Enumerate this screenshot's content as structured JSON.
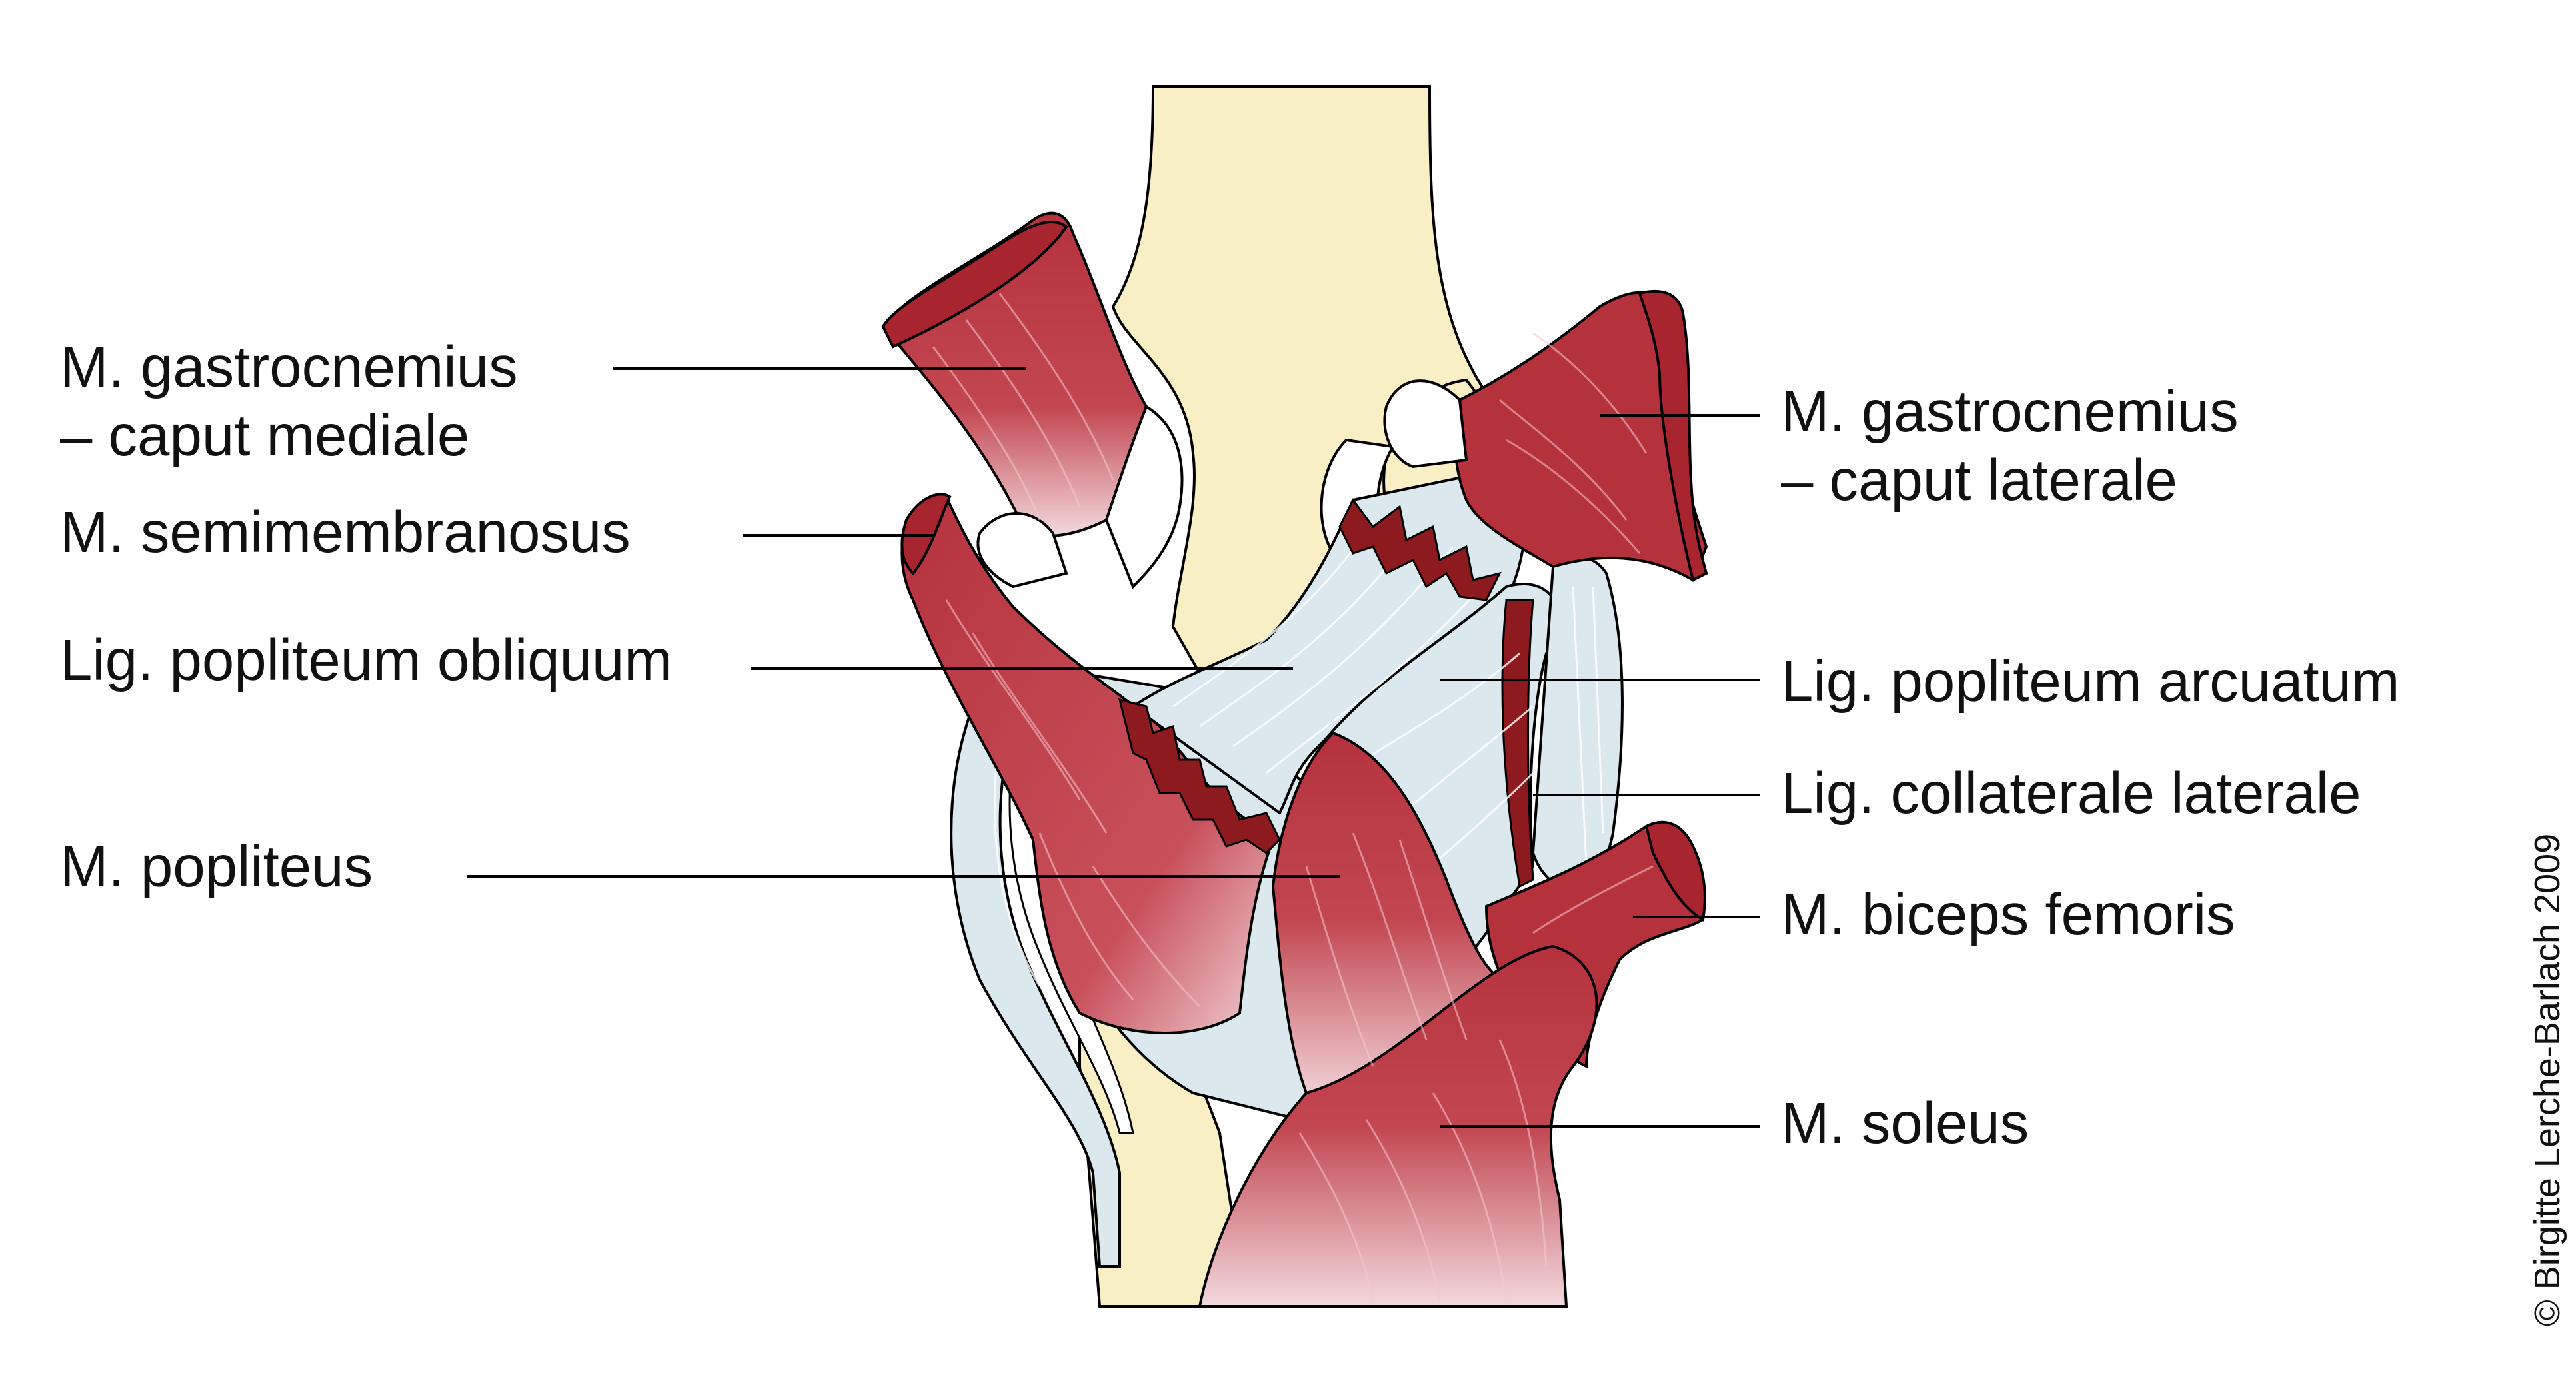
{
  "labels_left": [
    {
      "id": "gastrocnemius-mediale",
      "lines": [
        "M. gastrocnemius",
        "– caput mediale"
      ]
    },
    {
      "id": "semimembranosus",
      "lines": [
        "M. semimembranosus"
      ]
    },
    {
      "id": "popliteum-obliquum",
      "lines": [
        "Lig. popliteum obliquum"
      ]
    },
    {
      "id": "popliteus",
      "lines": [
        "M. popliteus"
      ]
    }
  ],
  "labels_right": [
    {
      "id": "gastrocnemius-laterale",
      "lines": [
        "M. gastrocnemius",
        "– caput laterale"
      ]
    },
    {
      "id": "popliteum-arcuatum",
      "lines": [
        "Lig. popliteum arcuatum"
      ]
    },
    {
      "id": "collaterale-laterale",
      "lines": [
        "Lig. collaterale laterale"
      ]
    },
    {
      "id": "biceps-femoris",
      "lines": [
        "M. biceps femoris"
      ]
    },
    {
      "id": "soleus",
      "lines": [
        "M. soleus"
      ]
    }
  ],
  "credit": "© Birgitte Lerche-Barlach 2009",
  "colors": {
    "muscle": "#b5323d",
    "muscle_dark": "#8c1a1f",
    "ligament": "#dbe9ef",
    "bone": "#f8f0c4"
  }
}
